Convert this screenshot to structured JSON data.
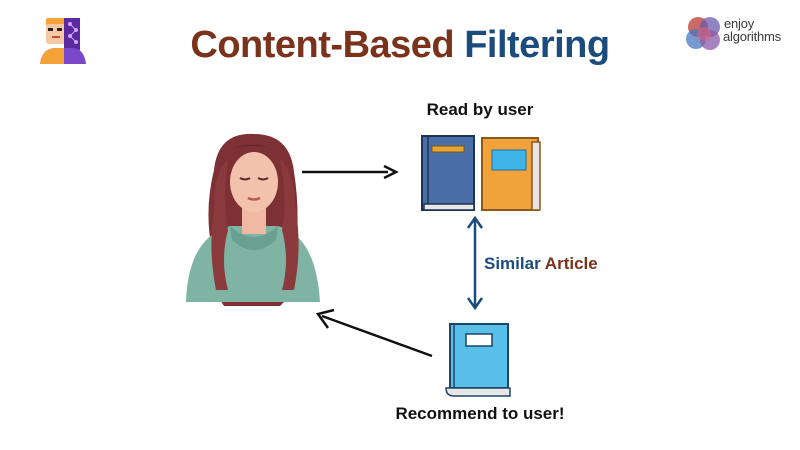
{
  "header": {
    "title_part1": "Content-Based",
    "title_part2": "Filtering",
    "brand_line1": "enjoy",
    "brand_line2": "algorithms",
    "title_color_1": "#7a321a",
    "title_color_2": "#1c4b7e"
  },
  "diagram": {
    "read_label": "Read by user",
    "similar_word1": "Similar",
    "similar_word2": "Article",
    "recommend_label": "Recommend to user!"
  },
  "icons": {
    "mascot": "mascot-icon",
    "logo": "enjoyalgorithms-logo-icon",
    "user": "user-woman-icon",
    "books_read": "books-icon",
    "book_recommended": "book-icon"
  }
}
